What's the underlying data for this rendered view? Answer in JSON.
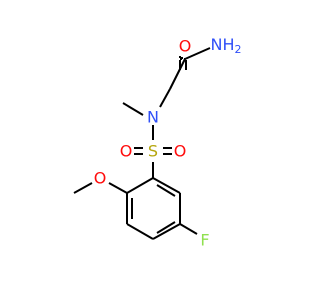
{
  "atoms": {
    "amide_O": {
      "text": "O",
      "color": "#ff0d0d"
    },
    "amide_N": {
      "text": "NH",
      "sub": "2",
      "color": "#3050f8"
    },
    "amine_N": {
      "text": "N",
      "color": "#3050f8"
    },
    "sulfonyl_S": {
      "text": "S",
      "color": "#b5a60e"
    },
    "sulfonyl_O_left": {
      "text": "O",
      "color": "#ff0d0d"
    },
    "sulfonyl_O_right": {
      "text": "O",
      "color": "#ff0d0d"
    },
    "methoxy_O": {
      "text": "O",
      "color": "#ff0d0d"
    },
    "fluoro_F": {
      "text": "F",
      "color": "#90e050"
    }
  },
  "colors": {
    "bond": "#000000",
    "background": "#ffffff"
  }
}
